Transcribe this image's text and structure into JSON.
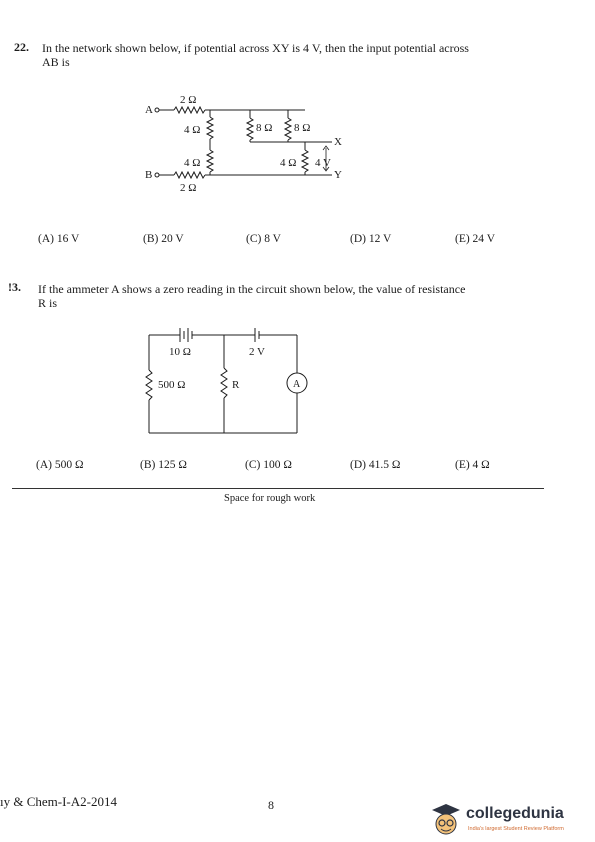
{
  "q22": {
    "number": "22.",
    "text_line1": "In the network shown below, if potential across XY is 4 V, then the input potential across",
    "text_line2": "AB is",
    "circuit": {
      "A": "A",
      "B": "B",
      "X": "X",
      "Y": "Y",
      "r_top": "2 Ω",
      "r_left_top": "4 Ω",
      "r_left_bottom": "4 Ω",
      "r_bottom": "2 Ω",
      "r_mid1": "8 Ω",
      "r_mid2": "8 Ω",
      "r_right": "4 Ω",
      "v_xy": "4 V"
    },
    "options": [
      "(A)  16 V",
      "(B)  20 V",
      "(C)  8 V",
      "(D)  12 V",
      "(E)  24 V"
    ]
  },
  "q23": {
    "number": "!3.",
    "text_line1": "If the ammeter A shows a zero reading in the circuit shown below, the value of resistance",
    "text_line2": "R is",
    "circuit": {
      "r_10": "10 Ω",
      "v_2": "2 V",
      "r_500": "500 Ω",
      "r_R": "R",
      "ammeter": "A"
    },
    "options": [
      "(A) 500 Ω",
      "(B) 125 Ω",
      "(C) 100 Ω",
      "(D) 41.5 Ω",
      "(E) 4 Ω"
    ]
  },
  "rough_work": "Space for rough work",
  "footer": {
    "code": "ıy & Chem-I-A2-2014",
    "page": "8"
  },
  "logo": {
    "brand": "collegedunia",
    "tagline": "India's largest Student Review Platform"
  }
}
